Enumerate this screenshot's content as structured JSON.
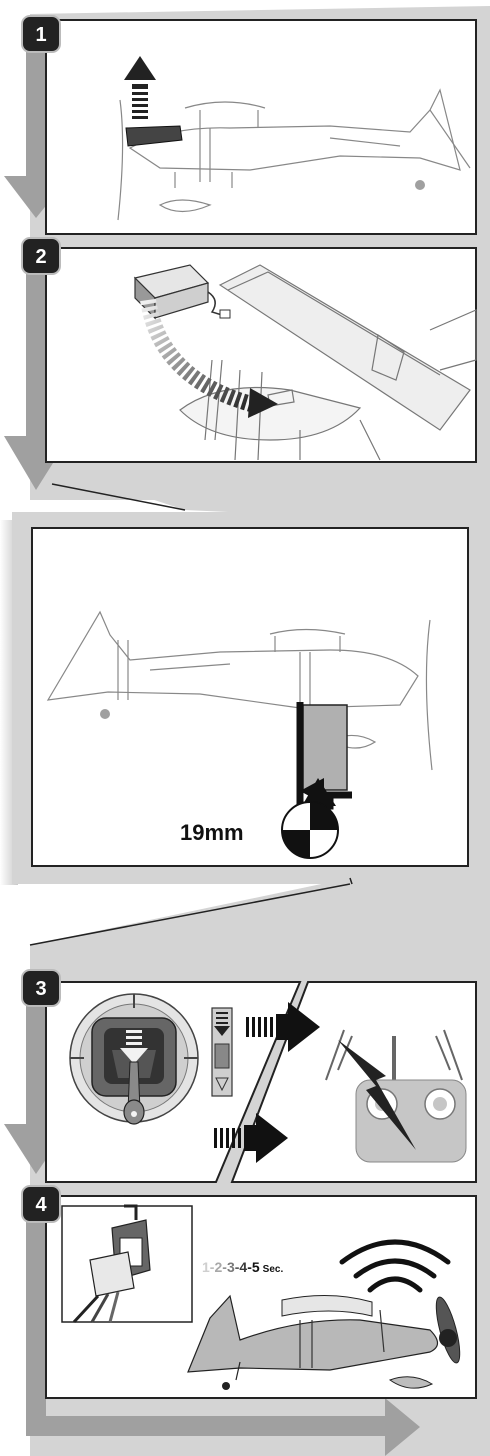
{
  "steps": [
    {
      "number": "1"
    },
    {
      "number": "2"
    },
    {
      "number": "3"
    },
    {
      "number": "4"
    }
  ],
  "cg_measurement": "19mm",
  "countdown": {
    "n1": "1",
    "n2": "2",
    "n3": "3",
    "n4": "4",
    "n5": "5",
    "dash": "-",
    "unit": "Sec."
  },
  "colors": {
    "panel_gray": "#d4d4d4",
    "arrow_gray": "#a0a0a0",
    "dark": "#222222",
    "grip_gray": "#b3b3b3",
    "plane_fill": "#b8b8b8"
  }
}
